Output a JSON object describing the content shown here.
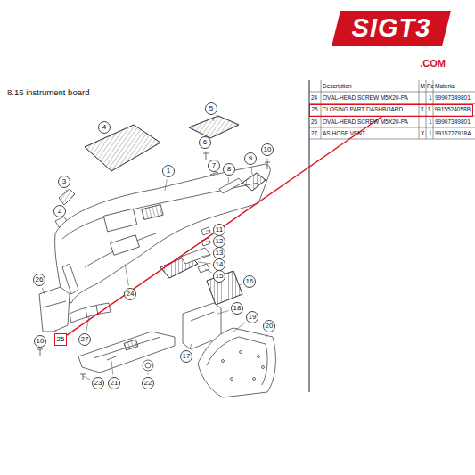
{
  "diagram": {
    "nodes": [
      {
        "text": [
          "SIGT3",
          ".COM"
        ]
      },
      {
        "text": [
          "25",
          "CLOSING PART DASHBOARD",
          "X",
          "1",
          "9915524058B"
        ]
      },
      {
        "text": [
          "1"
        ]
      },
      {
        "text": [
          "2"
        ]
      },
      {
        "text": [
          "3"
        ]
      },
      {
        "text": [
          "4"
        ]
      },
      {
        "text": [
          "5"
        ]
      },
      {
        "text": [
          "6"
        ]
      },
      {
        "text": [
          "7"
        ]
      },
      {
        "text": [
          "8"
        ]
      },
      {
        "text": [
          "9"
        ]
      },
      {
        "text": [
          "10"
        ]
      },
      {
        "text": [
          "11"
        ]
      },
      {
        "text": [
          "12"
        ]
      },
      {
        "text": [
          "13"
        ]
      },
      {
        "text": [
          "14"
        ]
      },
      {
        "text": [
          "15"
        ]
      },
      {
        "text": [
          "16"
        ]
      },
      {
        "text": [
          "17"
        ]
      },
      {
        "text": [
          "18"
        ]
      },
      {
        "text": [
          "19"
        ]
      },
      {
        "text": [
          "20"
        ]
      },
      {
        "text": [
          "21"
        ]
      },
      {
        "text": [
          "22"
        ]
      },
      {
        "text": [
          "23"
        ]
      },
      {
        "text": [
          "24"
        ]
      },
      {
        "text": [
          "25"
        ]
      },
      {
        "text": [
          "26"
        ]
      },
      {
        "text": [
          "27"
        ]
      },
      {
        "text": [
          "10"
        ]
      }
    ],
    "edges": [
      {
        "from": 1,
        "to": 26,
        "arrow": "none"
      }
    ],
    "labels": [
      "8.16 instrument board",
      "Description",
      "M",
      "Pc",
      "Material",
      "24",
      "OVAL-HEAD SCREW M5X20-PA",
      "1",
      "99907349801",
      "26",
      "OVAL-HEAD SCREW M5X20-PA",
      "1",
      "99907349801",
      "27",
      "AS HOSE VENT",
      "X",
      "1",
      "9915727918A"
    ]
  }
}
